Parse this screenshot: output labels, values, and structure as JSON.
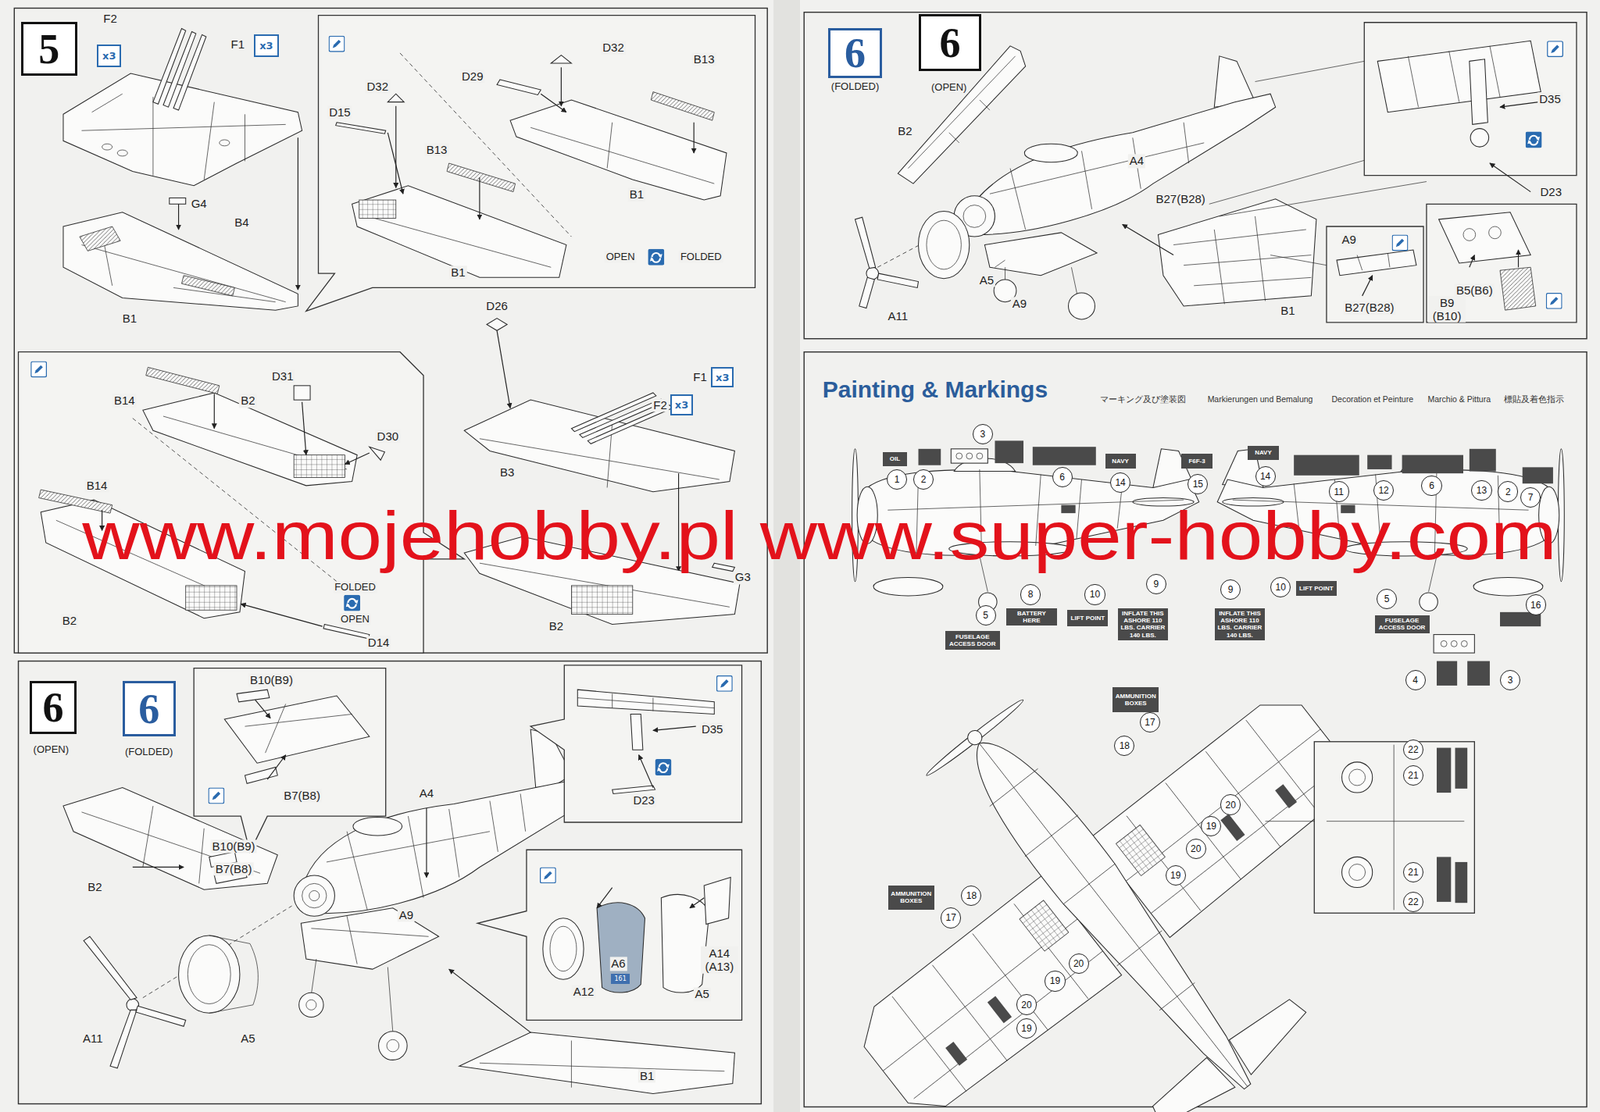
{
  "diagram": {
    "title": "Painting & Markings",
    "nodes": [
      {
        "text": [
          "5"
        ]
      },
      {
        "text": [
          "x3"
        ]
      },
      {
        "text": [
          "x3"
        ]
      },
      {
        "text": [
          "x3"
        ]
      },
      {
        "text": [
          "x3"
        ]
      },
      {
        "text": [
          "6"
        ]
      },
      {
        "text": [
          "6"
        ]
      },
      {
        "text": [
          "161"
        ]
      },
      {
        "text": [
          "6"
        ]
      },
      {
        "text": [
          "6"
        ]
      },
      {
        "text": [
          "3"
        ]
      },
      {
        "text": [
          "1"
        ]
      },
      {
        "text": [
          "2"
        ]
      },
      {
        "text": [
          "6"
        ]
      },
      {
        "text": [
          "14"
        ]
      },
      {
        "text": [
          "15"
        ]
      },
      {
        "text": [
          "14"
        ]
      },
      {
        "text": [
          "11"
        ]
      },
      {
        "text": [
          "12"
        ]
      },
      {
        "text": [
          "6"
        ]
      },
      {
        "text": [
          "13"
        ]
      },
      {
        "text": [
          "2"
        ]
      },
      {
        "text": [
          "7"
        ]
      },
      {
        "text": [
          "8"
        ]
      },
      {
        "text": [
          "10"
        ]
      },
      {
        "text": [
          "9"
        ]
      },
      {
        "text": [
          "9"
        ]
      },
      {
        "text": [
          "10"
        ]
      },
      {
        "text": [
          "5"
        ]
      },
      {
        "text": [
          "5"
        ]
      },
      {
        "text": [
          "16"
        ]
      },
      {
        "text": [
          "4"
        ]
      },
      {
        "text": [
          "3"
        ]
      },
      {
        "text": [
          "17"
        ]
      },
      {
        "text": [
          "18"
        ]
      },
      {
        "text": [
          "20"
        ]
      },
      {
        "text": [
          "19"
        ]
      },
      {
        "text": [
          "20"
        ]
      },
      {
        "text": [
          "19"
        ]
      },
      {
        "text": [
          "18"
        ]
      },
      {
        "text": [
          "17"
        ]
      },
      {
        "text": [
          "20"
        ]
      },
      {
        "text": [
          "19"
        ]
      },
      {
        "text": [
          "20"
        ]
      },
      {
        "text": [
          "19"
        ]
      },
      {
        "text": [
          "22"
        ]
      },
      {
        "text": [
          "21"
        ]
      },
      {
        "text": [
          "21"
        ]
      },
      {
        "text": [
          "22"
        ]
      },
      {
        "text": [
          "OIL"
        ]
      },
      {
        "text": [
          "NAVY"
        ]
      },
      {
        "text": [
          "F6F-3"
        ]
      },
      {
        "text": [
          "NAVY"
        ]
      },
      {
        "text": [
          "BATTERY HERE"
        ]
      },
      {
        "text": [
          "LIFT POINT"
        ]
      },
      {
        "text": [
          "INFLATE THIS ASHORE 110 LBS. CARRIER 140 LBS."
        ]
      },
      {
        "text": [
          "INFLATE THIS ASHORE 110 LBS. CARRIER 140 LBS."
        ]
      },
      {
        "text": [
          "LIFT POINT"
        ]
      },
      {
        "text": [
          "FUSELAGE ACCESS DOOR"
        ]
      },
      {
        "text": [
          "FUSELAGE ACCESS DOOR"
        ]
      },
      {
        "text": [
          "AMMUNITION BOXES"
        ]
      },
      {
        "text": [
          "AMMUNITION BOXES"
        ]
      }
    ],
    "labels": [
      "F2",
      "F1",
      "G4",
      "B4",
      "B1",
      "D32",
      "D29",
      "D32",
      "B13",
      "D15",
      "B13",
      "B1",
      "B1",
      "OPEN",
      "FOLDED",
      "B14",
      "B2",
      "D31",
      "D30",
      "B14",
      "FOLDED",
      "OPEN",
      "B2",
      "D14",
      "D26",
      "F1",
      "F2",
      "B3",
      "G3",
      "B2",
      "(OPEN)",
      "(FOLDED)",
      "B10(B9)",
      "B7(B8)",
      "A4",
      "B10(B9)",
      "B7(B8)",
      "B2",
      "A9",
      "A11",
      "A5",
      "B1",
      "D35",
      "D23",
      "A6",
      "A12",
      "A14 (A13)",
      "A5",
      "(FOLDED)",
      "(OPEN)",
      "B2",
      "A4",
      "B27(B28)",
      "A5",
      "A9",
      "A11",
      "B1",
      "D35",
      "D23",
      "A9",
      "B27(B28)",
      "B5(B6)",
      "B9 (B10)",
      "マーキング及び塗装図",
      "Markierungen und Bemalung",
      "Decoration et Peinture",
      "Marchio & Pittura",
      "標貼及着色指示",
      "www.mojehobby.pl www.super-hobby.com"
    ]
  }
}
